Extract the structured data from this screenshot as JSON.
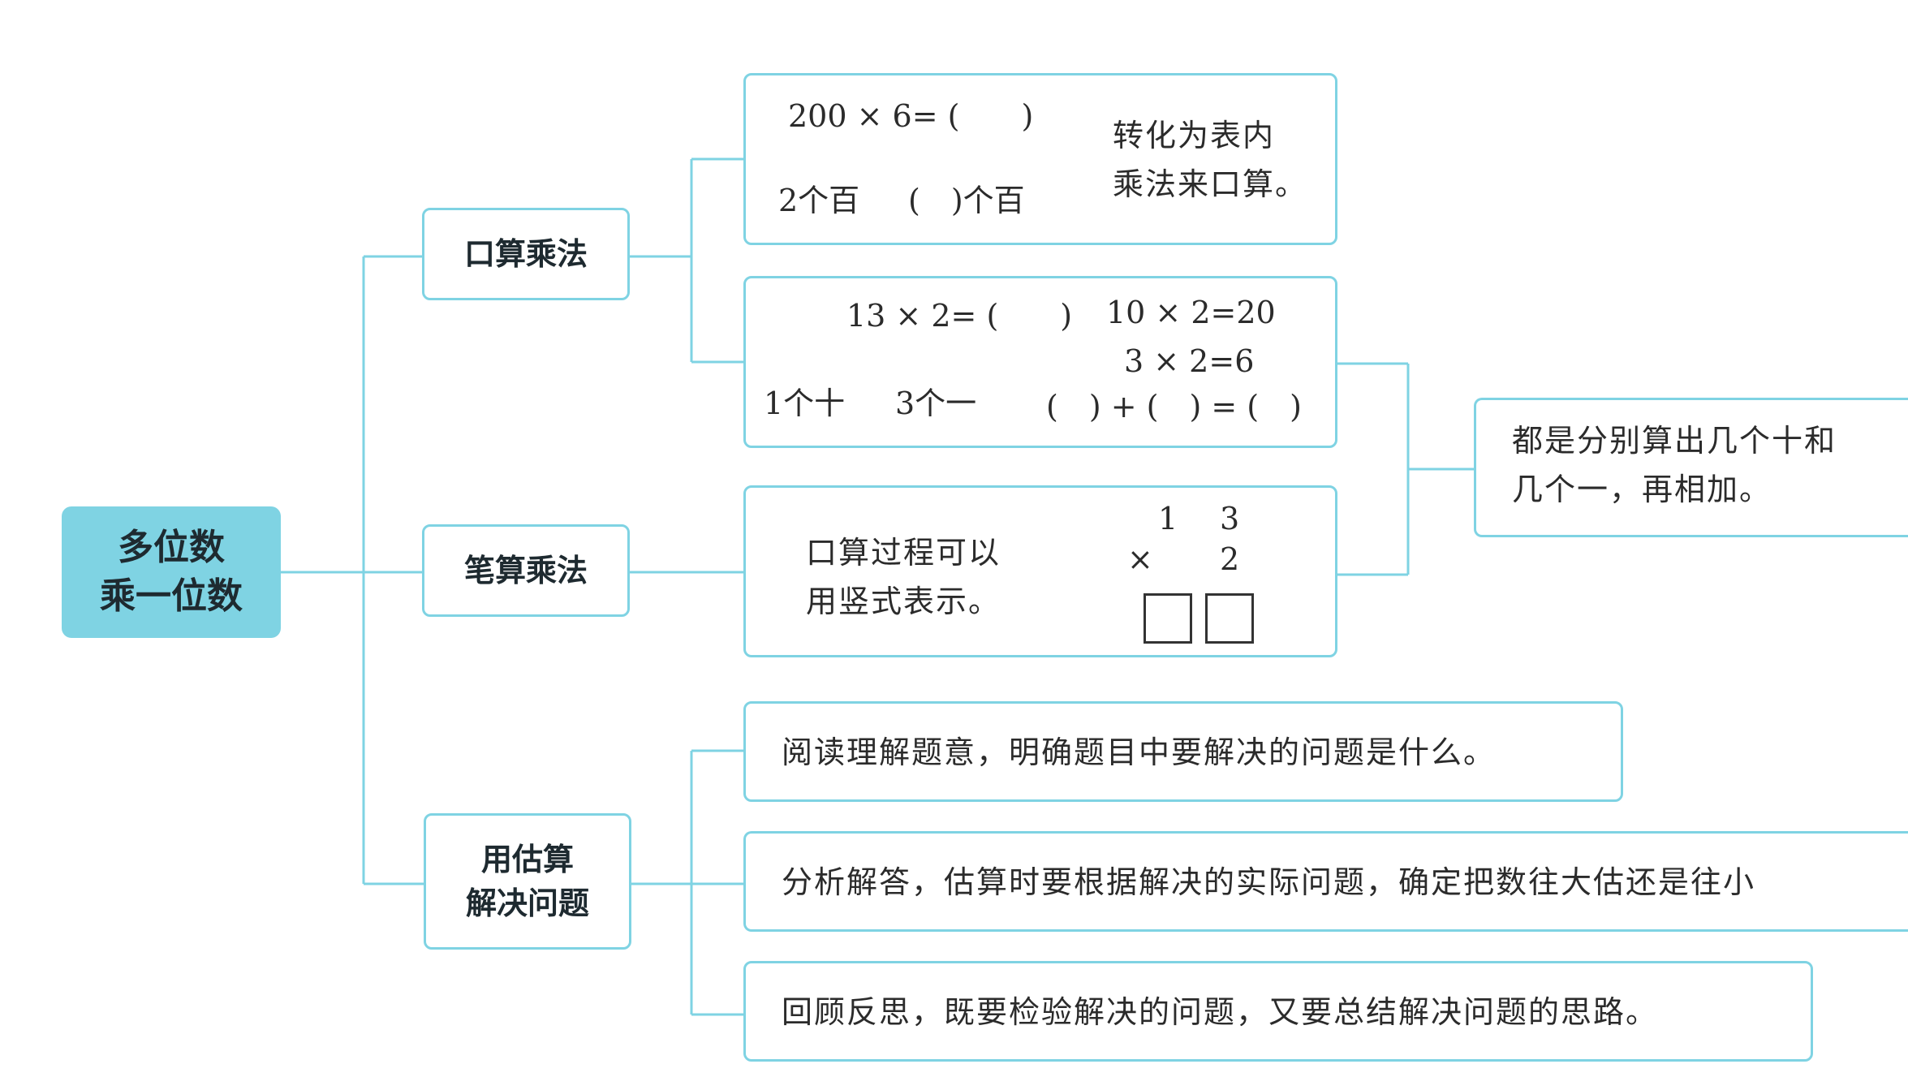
{
  "root": {
    "line1": "多位数",
    "line2": "乘一位数"
  },
  "branches": {
    "oral": "口算乘法",
    "written": "笔算乘法",
    "estimate_line1": "用估算",
    "estimate_line2": "解决问题"
  },
  "box1": {
    "equation": "200 × 6= (　　)",
    "label_left": "2个百",
    "label_right": "(　)个百",
    "note_line1": "转化为表内",
    "note_line2": "乘法来口算。"
  },
  "box2": {
    "equation": "13 × 2= (　　)",
    "label_tens": "1个十",
    "label_ones": "3个一",
    "eq_a": "10 × 2=20",
    "eq_b": "3 × 2=6",
    "eq_c": "(　) + (　) = (　)"
  },
  "box3": {
    "text_line1": "口算过程可以",
    "text_line2": "用竖式表示。",
    "digit_1": "1",
    "digit_3": "3",
    "times": "×",
    "digit_2": "2"
  },
  "summary": {
    "line1": "都是分别算出几个十和",
    "line2": "几个一，再相加。"
  },
  "steps": [
    "阅读理解题意，明确题目中要解决的问题是什么。",
    "分析解答，估算时要根据解决的实际问题，确定把数往大估还是往小",
    "回顾反思，既要检验解决的问题，又要总结解决问题的思路。"
  ],
  "colors": {
    "accent": "#7fd3e3",
    "arrow": "#5cc4dc"
  }
}
